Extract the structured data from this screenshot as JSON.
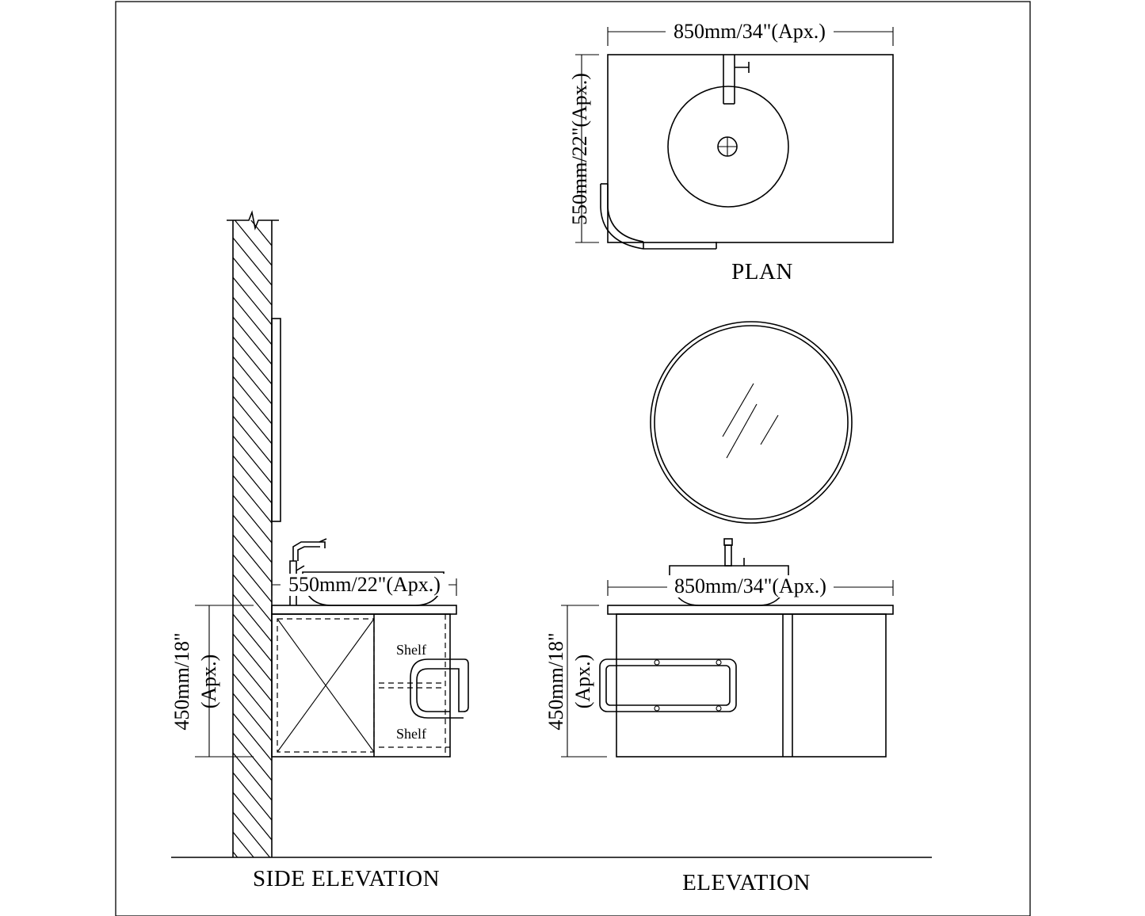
{
  "plan": {
    "width_dim": "850mm/34\"(Apx.)",
    "depth_dim": "550mm/22\"(Apx.)",
    "title": "PLAN"
  },
  "side_elevation": {
    "depth_dim": "550mm/22\"(Apx.)",
    "height_dim_line1": "450mm/18\"",
    "height_dim_line2": "(Apx.)",
    "shelf_top_label": "Shelf",
    "shelf_bottom_label": "Shelf",
    "title": "SIDE ELEVATION"
  },
  "elevation": {
    "width_dim": "850mm/34\"(Apx.)",
    "height_dim_line1": "450mm/18\"",
    "height_dim_line2": "(Apx.)",
    "title": "ELEVATION"
  },
  "colors": {
    "line": "#000000",
    "background": "#ffffff"
  }
}
